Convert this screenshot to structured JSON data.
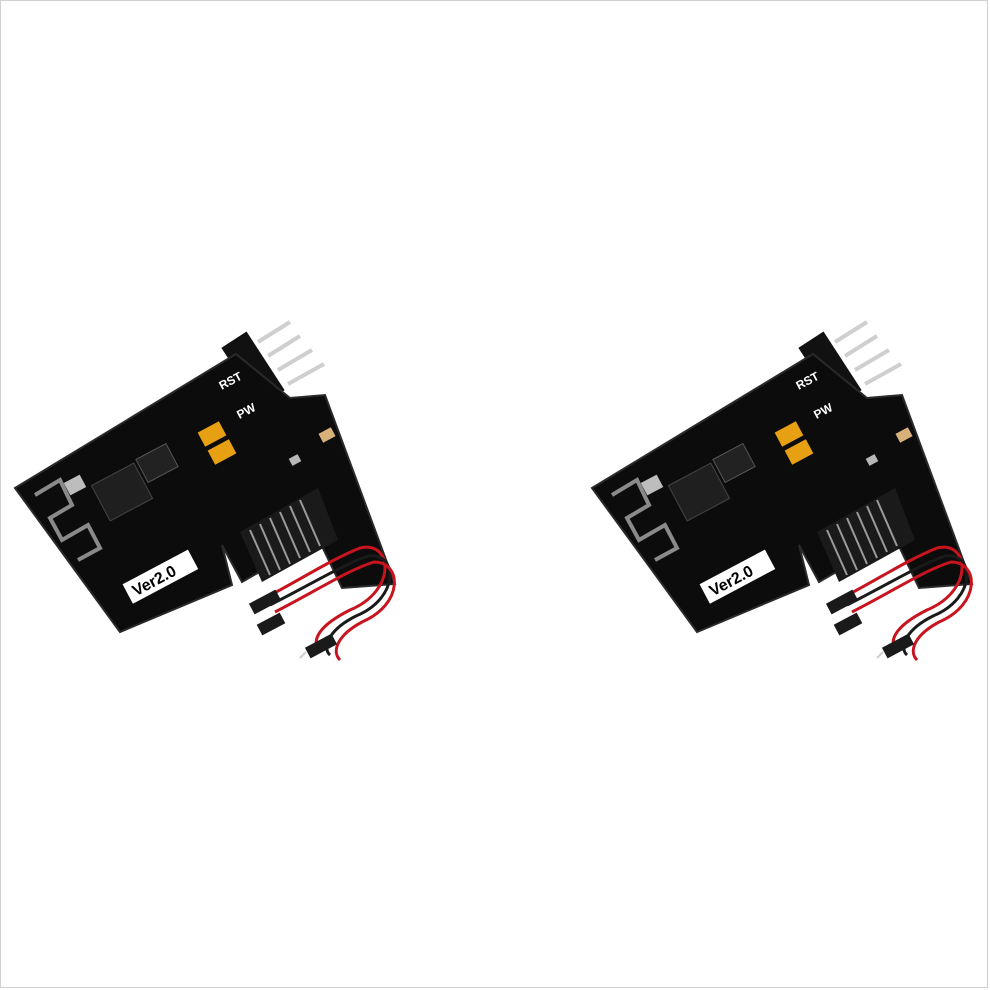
{
  "products": [
    {
      "version_label": "Ver2.0",
      "header_label_rst": "RST",
      "header_label_pw": "PW"
    },
    {
      "version_label": "Ver2.0",
      "header_label_rst": "RST",
      "header_label_pw": "PW"
    }
  ],
  "colors": {
    "pcb": "#0c0c0c",
    "pcb_edge": "#2a2a2a",
    "gold_cap": "#e6a012",
    "wire_red": "#c8141e",
    "wire_black": "#1a1a1a",
    "antenna": "#8a8a8a",
    "pin_metal": "#cfcfcf"
  }
}
